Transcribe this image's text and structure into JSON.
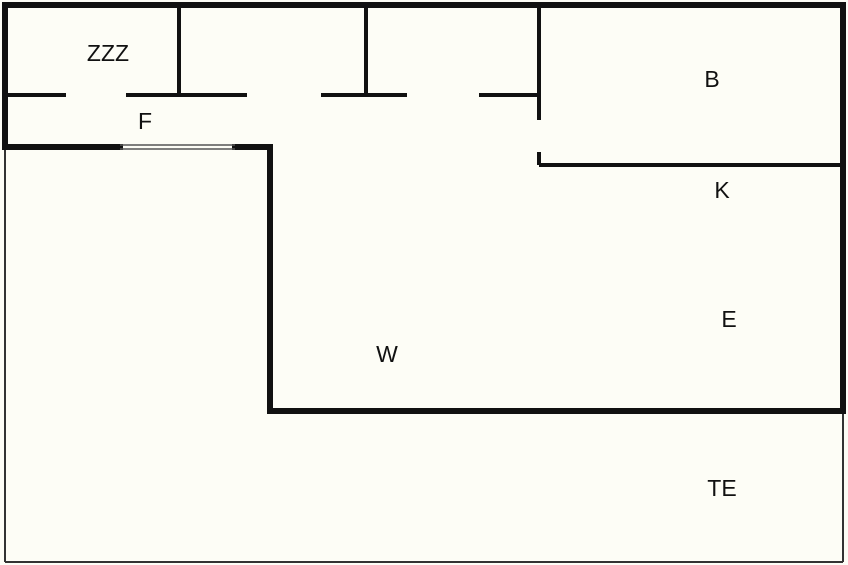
{
  "floor_plan": {
    "colors": {
      "background": "#fdfdf6",
      "wall": "#111111",
      "thin_line": "#333333",
      "label": "#111111"
    },
    "rooms": [
      {
        "id": "zzz",
        "label": "ZZZ"
      },
      {
        "id": "f",
        "label": "F"
      },
      {
        "id": "b",
        "label": "B"
      },
      {
        "id": "k",
        "label": "K"
      },
      {
        "id": "e",
        "label": "E"
      },
      {
        "id": "w",
        "label": "W"
      },
      {
        "id": "te",
        "label": "TE"
      }
    ]
  }
}
